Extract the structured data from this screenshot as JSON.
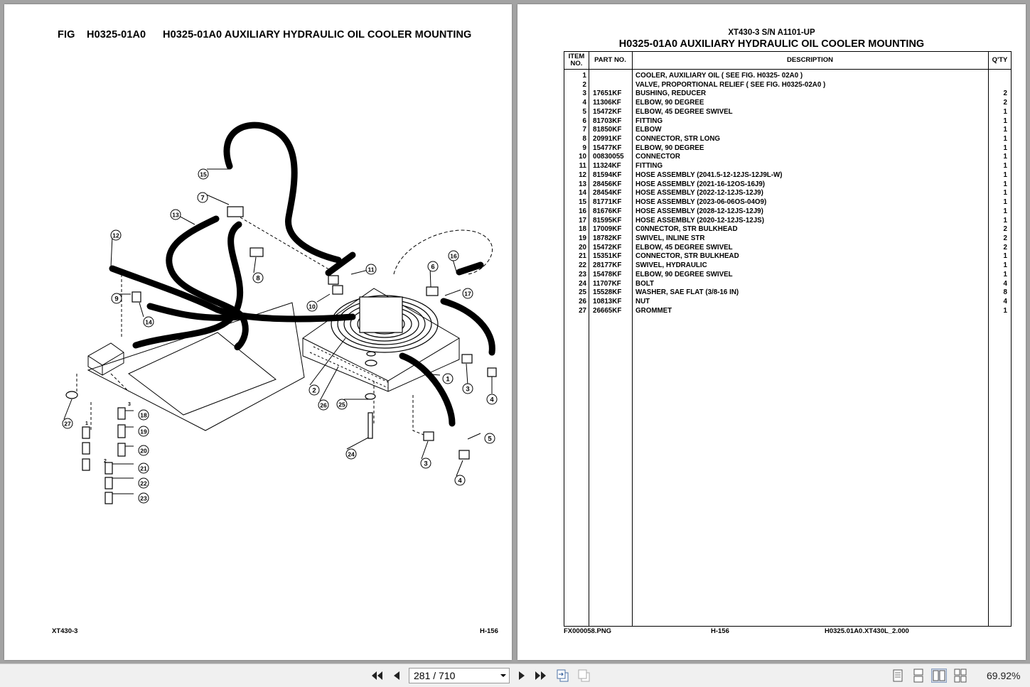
{
  "left_page": {
    "fig_label": "FIG",
    "fig_code": "H0325-01A0",
    "fig_title": "H0325-01A0 AUXILIARY HYDRAULIC OIL COOLER MOUNTING",
    "footer_left": "XT430-3",
    "footer_right": "H-156",
    "callouts": [
      "1",
      "2",
      "3",
      "3",
      "4",
      "4",
      "5",
      "6",
      "7",
      "8",
      "9",
      "10",
      "11",
      "12",
      "13",
      "14",
      "15",
      "16",
      "17",
      "18",
      "19",
      "20",
      "21",
      "22",
      "23",
      "24",
      "25",
      "26",
      "27"
    ],
    "small_marks": [
      "1",
      "2",
      "3"
    ]
  },
  "right_page": {
    "model": "XT430-3 S/N A1101-UP",
    "title": "H0325-01A0 AUXILIARY HYDRAULIC OIL COOLER MOUNTING",
    "columns": {
      "item": "ITEM NO.",
      "part": "PART NO.",
      "desc": "DESCRIPTION",
      "qty": "Q'TY"
    },
    "rows": [
      {
        "item": "1",
        "part": "",
        "desc": "COOLER, AUXILIARY OIL ( SEE FIG.  H0325- 02A0 )",
        "qty": ""
      },
      {
        "item": "2",
        "part": "",
        "desc": "VALVE, PROPORTIONAL RELIEF ( SEE FIG.  H0325-02A0 )",
        "qty": ""
      },
      {
        "item": "3",
        "part": "17651KF",
        "desc": "BUSHING, REDUCER",
        "qty": "2"
      },
      {
        "item": "4",
        "part": "11306KF",
        "desc": "ELBOW, 90 DEGREE",
        "qty": "2"
      },
      {
        "item": "5",
        "part": "15472KF",
        "desc": "ELBOW, 45 DEGREE SWIVEL",
        "qty": "1"
      },
      {
        "item": "6",
        "part": "81703KF",
        "desc": "FITTING",
        "qty": "1"
      },
      {
        "item": "7",
        "part": "81850KF",
        "desc": "ELBOW",
        "qty": "1"
      },
      {
        "item": "8",
        "part": "20991KF",
        "desc": "CONNECTOR, STR LONG",
        "qty": "1"
      },
      {
        "item": "9",
        "part": "15477KF",
        "desc": "ELBOW, 90 DEGREE",
        "qty": "1"
      },
      {
        "item": "10",
        "part": "00830055",
        "desc": "CONNECTOR",
        "qty": "1"
      },
      {
        "item": "11",
        "part": "11324KF",
        "desc": "FITTING",
        "qty": "1"
      },
      {
        "item": "12",
        "part": "81594KF",
        "desc": "HOSE ASSEMBLY (2041.5-12-12JS-12J9L-W)",
        "qty": "1"
      },
      {
        "item": "13",
        "part": "28456KF",
        "desc": "HOSE ASSEMBLY (2021-16-12OS-16J9)",
        "qty": "1"
      },
      {
        "item": "14",
        "part": "28454KF",
        "desc": "HOSE ASSEMBLY (2022-12-12JS-12J9)",
        "qty": "1"
      },
      {
        "item": "15",
        "part": "81771KF",
        "desc": "HOSE ASSEMBLY (2023-06-06OS-04O9)",
        "qty": "1"
      },
      {
        "item": "16",
        "part": "81676KF",
        "desc": "HOSE ASSEMBLY (2028-12-12JS-12J9)",
        "qty": "1"
      },
      {
        "item": "17",
        "part": "81595KF",
        "desc": "HOSE ASSEMBLY (2020-12-12JS-12JS)",
        "qty": "1"
      },
      {
        "item": "18",
        "part": "17009KF",
        "desc": "C0NNECTOR, STR BULKHEAD",
        "qty": "2"
      },
      {
        "item": "19",
        "part": "18782KF",
        "desc": "SWIVEL, INLINE STR",
        "qty": "2"
      },
      {
        "item": "20",
        "part": "15472KF",
        "desc": "ELBOW, 45 DEGREE SWIVEL",
        "qty": "2"
      },
      {
        "item": "21",
        "part": "15351KF",
        "desc": "CONNECTOR, STR BULKHEAD",
        "qty": "1"
      },
      {
        "item": "22",
        "part": "28177KF",
        "desc": "SWIVEL, HYDRAULIC",
        "qty": "1"
      },
      {
        "item": "23",
        "part": "15478KF",
        "desc": "ELBOW, 90 DEGREE SWIVEL",
        "qty": "1"
      },
      {
        "item": "24",
        "part": "11707KF",
        "desc": "BOLT",
        "qty": "4"
      },
      {
        "item": "25",
        "part": "15528KF",
        "desc": "WASHER, SAE FLAT (3/8-16 IN)",
        "qty": "8"
      },
      {
        "item": "26",
        "part": "10813KF",
        "desc": "NUT",
        "qty": "4"
      },
      {
        "item": "27",
        "part": "26665KF",
        "desc": "GROMMET",
        "qty": "1"
      }
    ],
    "footer_file": "FX000058.PNG",
    "footer_page": "H-156",
    "footer_ref": "H0325.01A0.XT430L_2.000"
  },
  "toolbar": {
    "current_page": "281",
    "total_pages": "710",
    "page_display": "281 / 710",
    "zoom": "69.92%"
  },
  "colors": {
    "background": "#a3a3a3",
    "page": "#ffffff",
    "toolbar": "#f0f0f0",
    "ink": "#000000"
  }
}
